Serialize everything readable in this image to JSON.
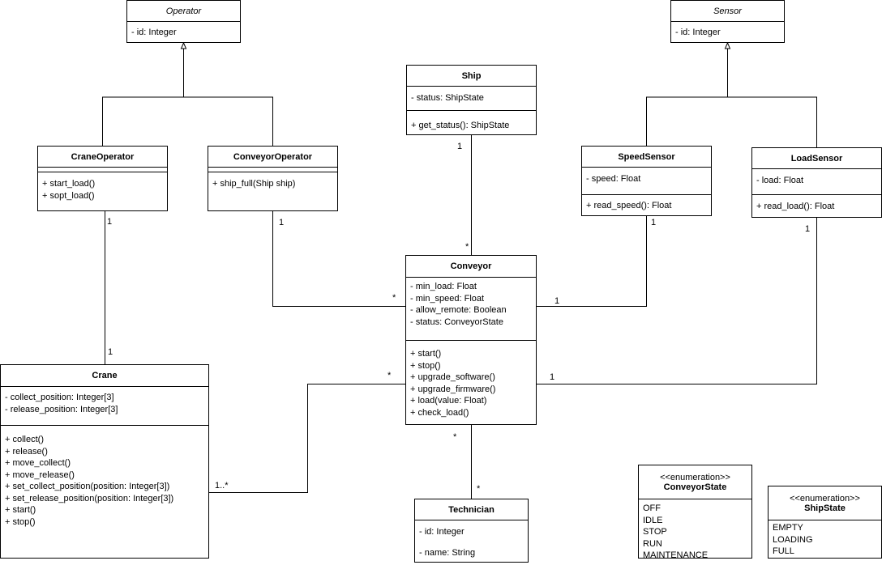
{
  "classes": {
    "operator": {
      "name": "Operator",
      "attributes": [
        "- id: Integer"
      ]
    },
    "sensor": {
      "name": "Sensor",
      "attributes": [
        "- id: Integer"
      ]
    },
    "ship": {
      "name": "Ship",
      "attributes": [
        "- status: ShipState"
      ],
      "operations": [
        "+ get_status(): ShipState"
      ]
    },
    "crane_operator": {
      "name": "CraneOperator",
      "operations": [
        "+ start_load()",
        "+ sopt_load()"
      ]
    },
    "conveyor_operator": {
      "name": "ConveyorOperator",
      "operations": [
        "+ ship_full(Ship ship)"
      ]
    },
    "speed_sensor": {
      "name": "SpeedSensor",
      "attributes": [
        "- speed: Float"
      ],
      "operations": [
        "+ read_speed(): Float"
      ]
    },
    "load_sensor": {
      "name": "LoadSensor",
      "attributes": [
        "- load: Float"
      ],
      "operations": [
        "+ read_load(): Float"
      ]
    },
    "conveyor": {
      "name": "Conveyor",
      "attributes": [
        "- min_load: Float",
        "- min_speed: Float",
        "- allow_remote: Boolean",
        "- status: ConveyorState"
      ],
      "operations": [
        "+ start()",
        "+ stop()",
        "+ upgrade_software()",
        "+ upgrade_firmware()",
        "+ load(value: Float)",
        "+ check_load()"
      ]
    },
    "crane": {
      "name": "Crane",
      "attributes": [
        "- collect_position: Integer[3]",
        "- release_position: Integer[3]"
      ],
      "operations": [
        "+ collect()",
        "+ release()",
        "+ move_collect()",
        "+ move_release()",
        "+ set_collect_position(position: Integer[3])",
        "+ set_release_position(position: Integer[3])",
        "+ start()",
        "+ stop()"
      ]
    },
    "technician": {
      "name": "Technician",
      "attributes": [
        "- id: Integer",
        "- name: String"
      ]
    },
    "conveyor_state": {
      "stereotype": "<<enumeration>>",
      "name": "ConveyorState",
      "literals": [
        "OFF",
        "IDLE",
        "STOP",
        "RUN",
        "MAINTENANCE"
      ]
    },
    "ship_state": {
      "stereotype": "<<enumeration>>",
      "name": "ShipState",
      "literals": [
        "EMPTY",
        "LOADING",
        "FULL"
      ]
    }
  },
  "multiplicities": {
    "ship_end": "1",
    "conveyor_ship_end": "*",
    "craneop_end": "1",
    "crane_op_end": "1",
    "convop_end": "1",
    "conveyor_convop_end": "*",
    "speed_end": "1",
    "conveyor_speed_end": "1",
    "load_end": "1",
    "conveyor_load_end": "1",
    "conveyor_crane_end": "*",
    "crane_conveyor_end": "1..*",
    "conveyor_tech_end": "*",
    "tech_end": "*"
  }
}
